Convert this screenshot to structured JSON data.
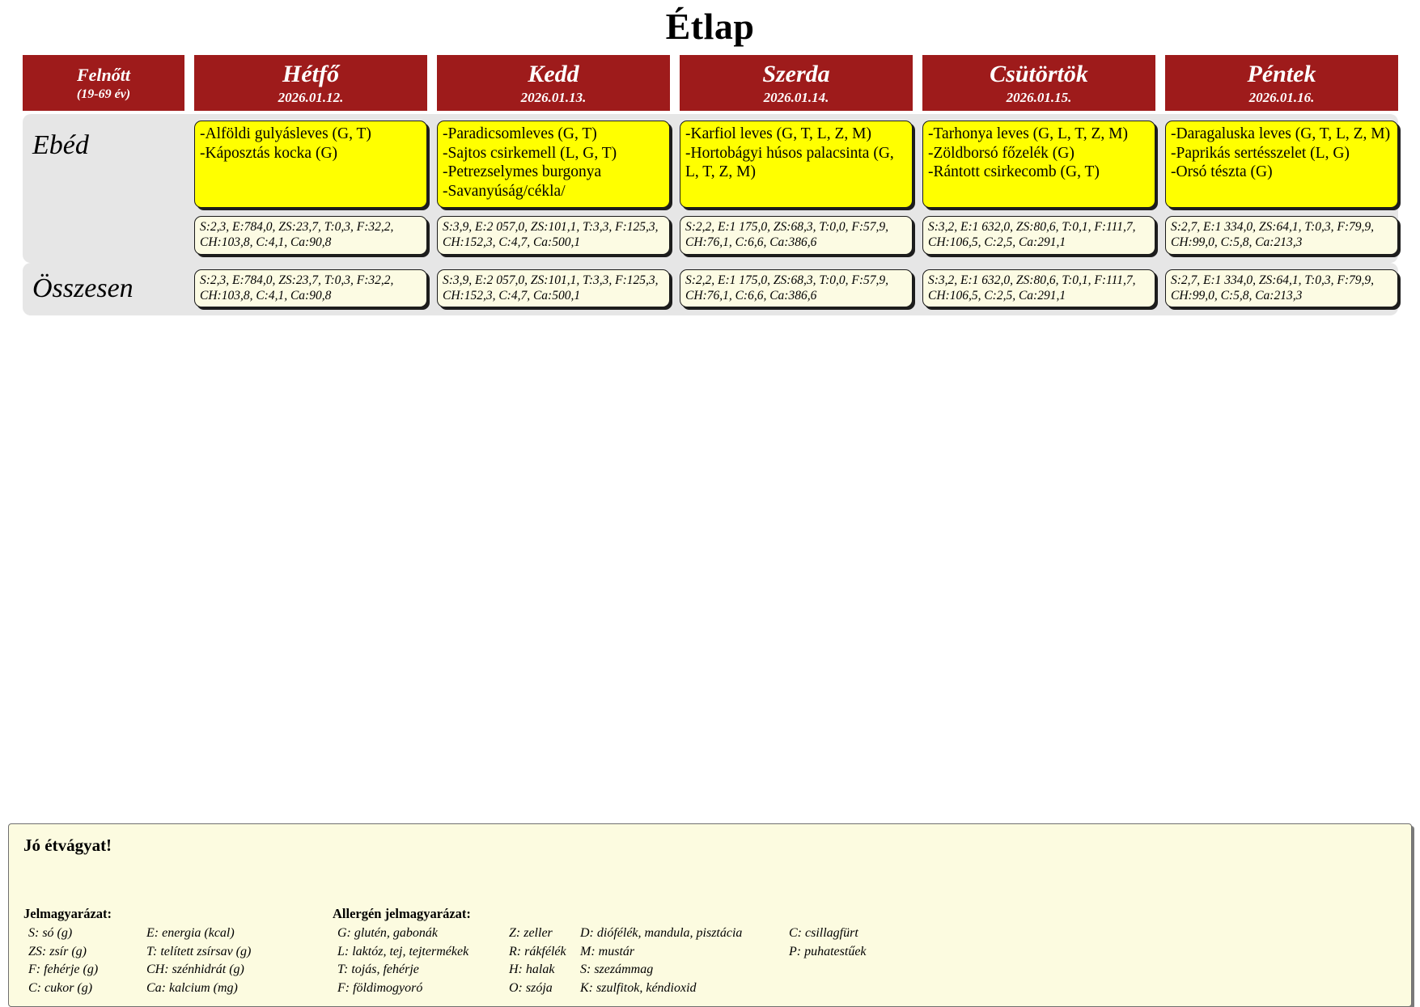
{
  "title": "Étlap",
  "header": {
    "group_label": "Felnőtt",
    "group_sub": "(19-69 év)",
    "days": [
      {
        "name": "Hétfő",
        "date": "2026.01.12."
      },
      {
        "name": "Kedd",
        "date": "2026.01.13."
      },
      {
        "name": "Szerda",
        "date": "2026.01.14."
      },
      {
        "name": "Csütörtök",
        "date": "2026.01.15."
      },
      {
        "name": "Péntek",
        "date": "2026.01.16."
      }
    ]
  },
  "meals": [
    {
      "label": "Ebéd",
      "cells": [
        {
          "dishes": [
            "-Alföldi gulyásleves (G, T)",
            "-Káposztás kocka (G)"
          ],
          "nutrition": "S:2,3, E:784,0, ZS:23,7, T:0,3, F:32,2, CH:103,8, C:4,1, Ca:90,8"
        },
        {
          "dishes": [
            "-Paradicsomleves (G, T)",
            "-Sajtos csirkemell (L, G, T)",
            "-Petrezselymes burgonya",
            "-Savanyúság/cékla/"
          ],
          "nutrition": "S:3,9, E:2 057,0, ZS:101,1, T:3,3, F:125,3, CH:152,3, C:4,7, Ca:500,1"
        },
        {
          "dishes": [
            "-Karfiol leves (G, T, L, Z, M)",
            "-Hortobágyi húsos palacsinta (G, L, T, Z, M)"
          ],
          "nutrition": "S:2,2, E:1 175,0, ZS:68,3, T:0,0, F:57,9, CH:76,1, C:6,6, Ca:386,6"
        },
        {
          "dishes": [
            "-Tarhonya leves (G, L, T, Z, M)",
            "-Zöldborsó főzelék (G)",
            "-Rántott csirkecomb (G, T)"
          ],
          "nutrition": "S:3,2, E:1 632,0, ZS:80,6, T:0,1, F:111,7, CH:106,5, C:2,5, Ca:291,1"
        },
        {
          "dishes": [
            "-Daragaluska leves (G, T, L, Z, M)",
            "-Paprikás sertésszelet (L, G)",
            "-Orsó tészta (G)"
          ],
          "nutrition": "S:2,7, E:1 334,0, ZS:64,1, T:0,3, F:79,9, CH:99,0, C:5,8, Ca:213,3"
        }
      ]
    }
  ],
  "totals": {
    "label": "Összesen",
    "values": [
      "S:2,3, E:784,0, ZS:23,7, T:0,3, F:32,2, CH:103,8, C:4,1, Ca:90,8",
      "S:3,9, E:2 057,0, ZS:101,1, T:3,3, F:125,3, CH:152,3, C:4,7, Ca:500,1",
      "S:2,2, E:1 175,0, ZS:68,3, T:0,0, F:57,9, CH:76,1, C:6,6, Ca:386,6",
      "S:3,2, E:1 632,0, ZS:80,6, T:0,1, F:111,7, CH:106,5, C:2,5, Ca:291,1",
      "S:2,7, E:1 334,0, ZS:64,1, T:0,3, F:79,9, CH:99,0, C:5,8, Ca:213,3"
    ]
  },
  "footer": {
    "bon_appetit": "Jó étvágyat!",
    "legend_heading": "Jelmagyarázat:",
    "allergen_heading": "Allergén jelmagyarázat:",
    "legend_col1": [
      "S: só (g)",
      "ZS: zsír (g)",
      "F: fehérje (g)",
      "C: cukor (g)"
    ],
    "legend_col2": [
      "E: energia (kcal)",
      "T: telített zsírsav (g)",
      "CH: szénhidrát (g)",
      "Ca: kalcium (mg)"
    ],
    "allergen_col1": [
      "G: glutén, gabonák",
      "L: laktóz, tej, tejtermékek",
      "T: tojás, fehérje",
      "F: földimogyoró"
    ],
    "allergen_col2": [
      "Z: zeller",
      "R: rákfélék",
      "H: halak",
      "O: szója"
    ],
    "allergen_col3": [
      "D: diófélék, mandula, pisztácia",
      "M: mustár",
      "S: szezámmag",
      "K: szulfitok, kéndioxid"
    ],
    "allergen_col4": [
      "C: csillagfürt",
      "P: puhatestűek"
    ]
  },
  "colors": {
    "header_red": "#9e1b1b",
    "dish_yellow": "#ffff00",
    "nutrition_cream": "#fcfbe3",
    "band_gray": "#e6e6e6"
  }
}
